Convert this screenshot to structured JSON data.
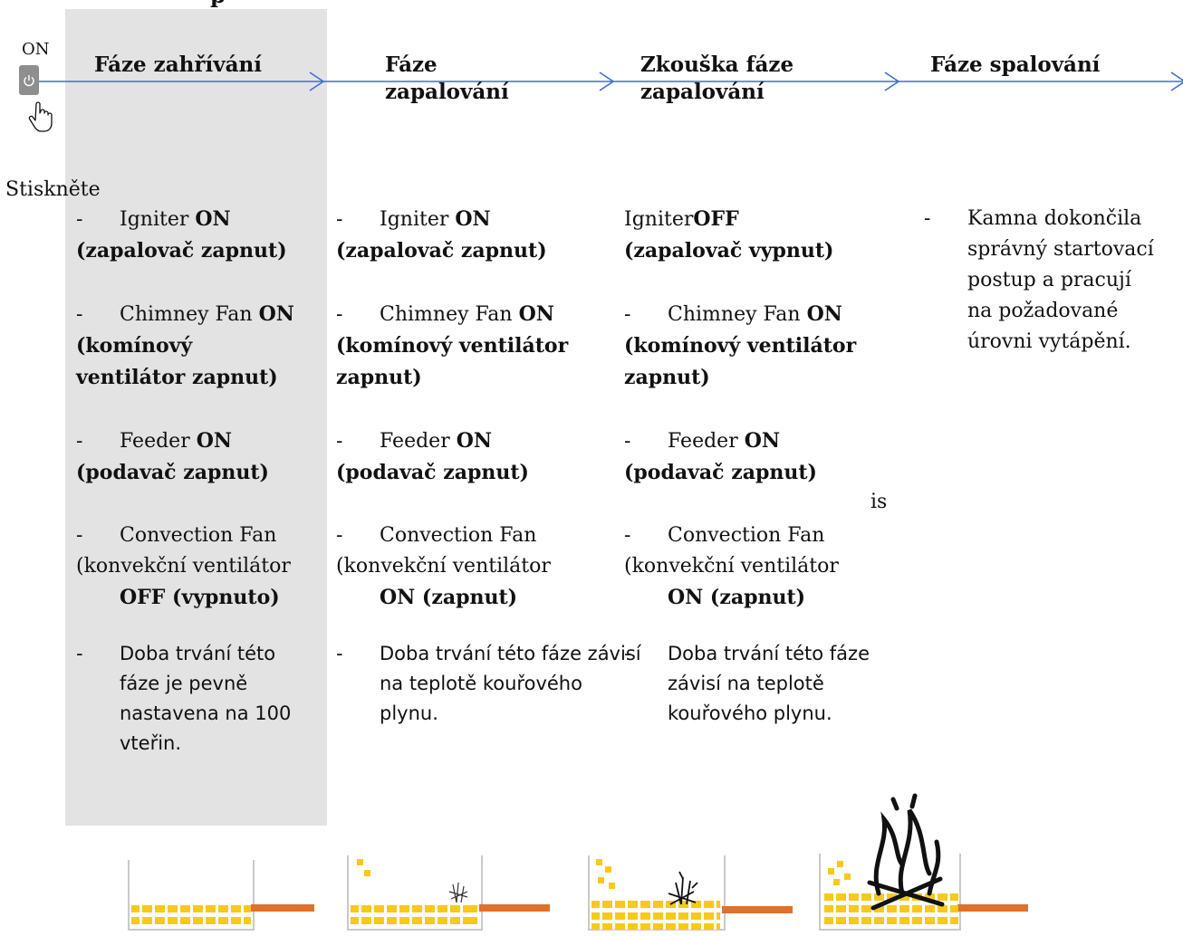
{
  "top_fragment": "p",
  "start": {
    "on_label": "ON",
    "press_text": "Stiskněte"
  },
  "phases": [
    {
      "title": "Fáze zahřívání",
      "igniter": {
        "name": "Igniter ",
        "state": "ON",
        "cz": "(zapalovač zapnut)"
      },
      "chimney": {
        "name": "Chimney Fan ",
        "state": "ON",
        "cz": "(komínový ventilátor zapnut)"
      },
      "feeder": {
        "name": "Feeder ",
        "state": "ON",
        "cz": "(podavač zapnut)"
      },
      "convection": {
        "name": "Convection Fan",
        "cz": "(konvekční ventilátor",
        "state": "OFF (vypnuto)"
      },
      "duration": "Doba trvání této fáze je pevně nastavena na 100 vteřin."
    },
    {
      "title": "Fáze zapalování",
      "igniter": {
        "name": "Igniter ",
        "state": "ON",
        "cz": "(zapalovač zapnut)"
      },
      "chimney": {
        "name": "Chimney Fan ",
        "state": "ON",
        "cz": "(komínový ventilátor zapnut)"
      },
      "feeder": {
        "name": "Feeder ",
        "state": "ON",
        "cz": "(podavač zapnut)"
      },
      "convection": {
        "name": "Convection Fan",
        "cz": "(konvekční ventilátor",
        "state": "ON (zapnut)"
      },
      "duration": "Doba trvání této fáze závisí na teplotě kouřového plynu."
    },
    {
      "title": "Zkouška fáze zapalování",
      "igniter": {
        "name": "Igniter",
        "state": "OFF",
        "cz": "(zapalovač vypnut)"
      },
      "chimney": {
        "name": "Chimney Fan ",
        "state": "ON",
        "cz": "(komínový ventilátor zapnut)"
      },
      "feeder": {
        "name": "Feeder ",
        "state": "ON",
        "cz": "(podavač zapnut)"
      },
      "convection": {
        "name": "Convection Fan",
        "cz": "(konvekční ventilátor",
        "state": "ON (zapnut)"
      },
      "duration": "Doba trvání této fáze závisí na teplotě kouřového plynu."
    },
    {
      "title": "Fáze spalování",
      "description": "Kamna dokončila správný startovací postup a pracují na požadované úrovni vytápění."
    }
  ],
  "stray_text": "is",
  "colors": {
    "flow_line": "#3d6fd1",
    "panel": "#e3e3e3",
    "pellet": "#f6c91b",
    "tube": "#e0702a",
    "pot": "#c9c9c9"
  }
}
